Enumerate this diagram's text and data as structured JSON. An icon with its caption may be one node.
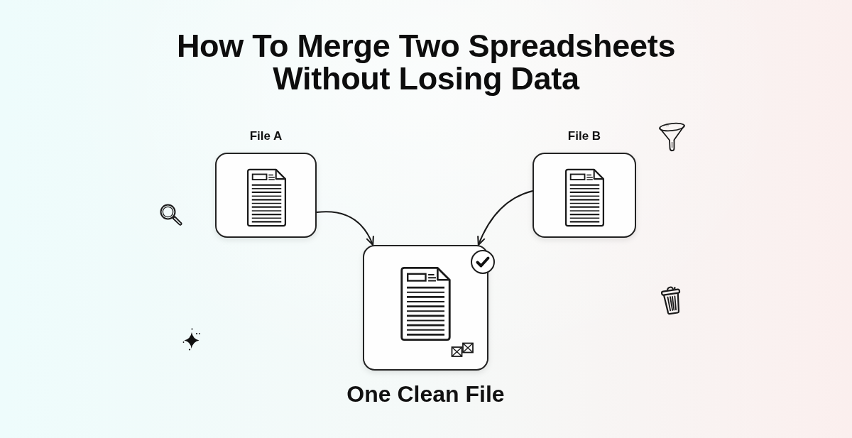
{
  "diagram": {
    "title": "How To Merge Two Spreadsheets Without Losing Data",
    "nodes": [
      {
        "text": [
          "File A"
        ]
      },
      {
        "text": [
          "File B"
        ]
      },
      {
        "text": [
          "One Clean File"
        ]
      }
    ],
    "edges": [
      {
        "from": 0,
        "to": 2,
        "arrow": "to"
      },
      {
        "from": 1,
        "to": 2,
        "arrow": "to"
      }
    ]
  }
}
